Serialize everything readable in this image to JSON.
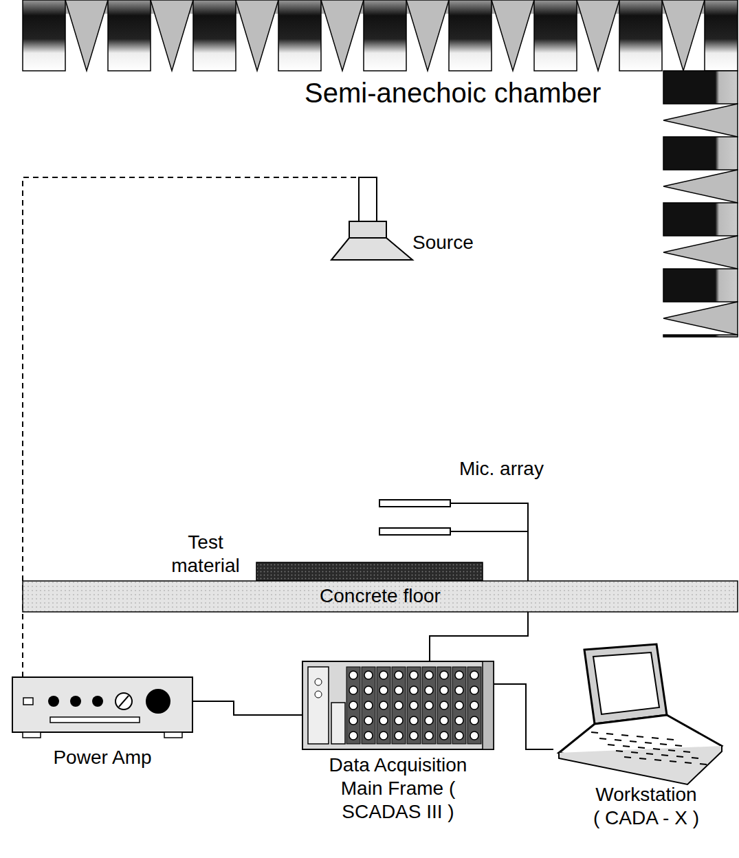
{
  "diagram": {
    "nodes": [
      {
        "text": [
          "Source"
        ]
      },
      {
        "text": [
          "Test material"
        ]
      },
      {
        "text": [
          "Concrete floor"
        ]
      },
      {
        "text": [
          "Mic. array"
        ]
      },
      {
        "text": [
          "Power Amp"
        ]
      },
      {
        "text": [
          "Data Acquisition Main Frame ( SCADAS III )"
        ]
      },
      {
        "text": [
          "Workstation ( CADA - X )"
        ]
      }
    ],
    "edges": [
      {
        "from": 4,
        "to": 0,
        "arrow": "none"
      },
      {
        "from": 4,
        "to": 5,
        "arrow": "none"
      },
      {
        "from": 5,
        "to": 6,
        "arrow": "none"
      },
      {
        "from": 3,
        "to": 5,
        "arrow": "none"
      }
    ],
    "labels": [
      "Semi-anechoic chamber"
    ]
  }
}
